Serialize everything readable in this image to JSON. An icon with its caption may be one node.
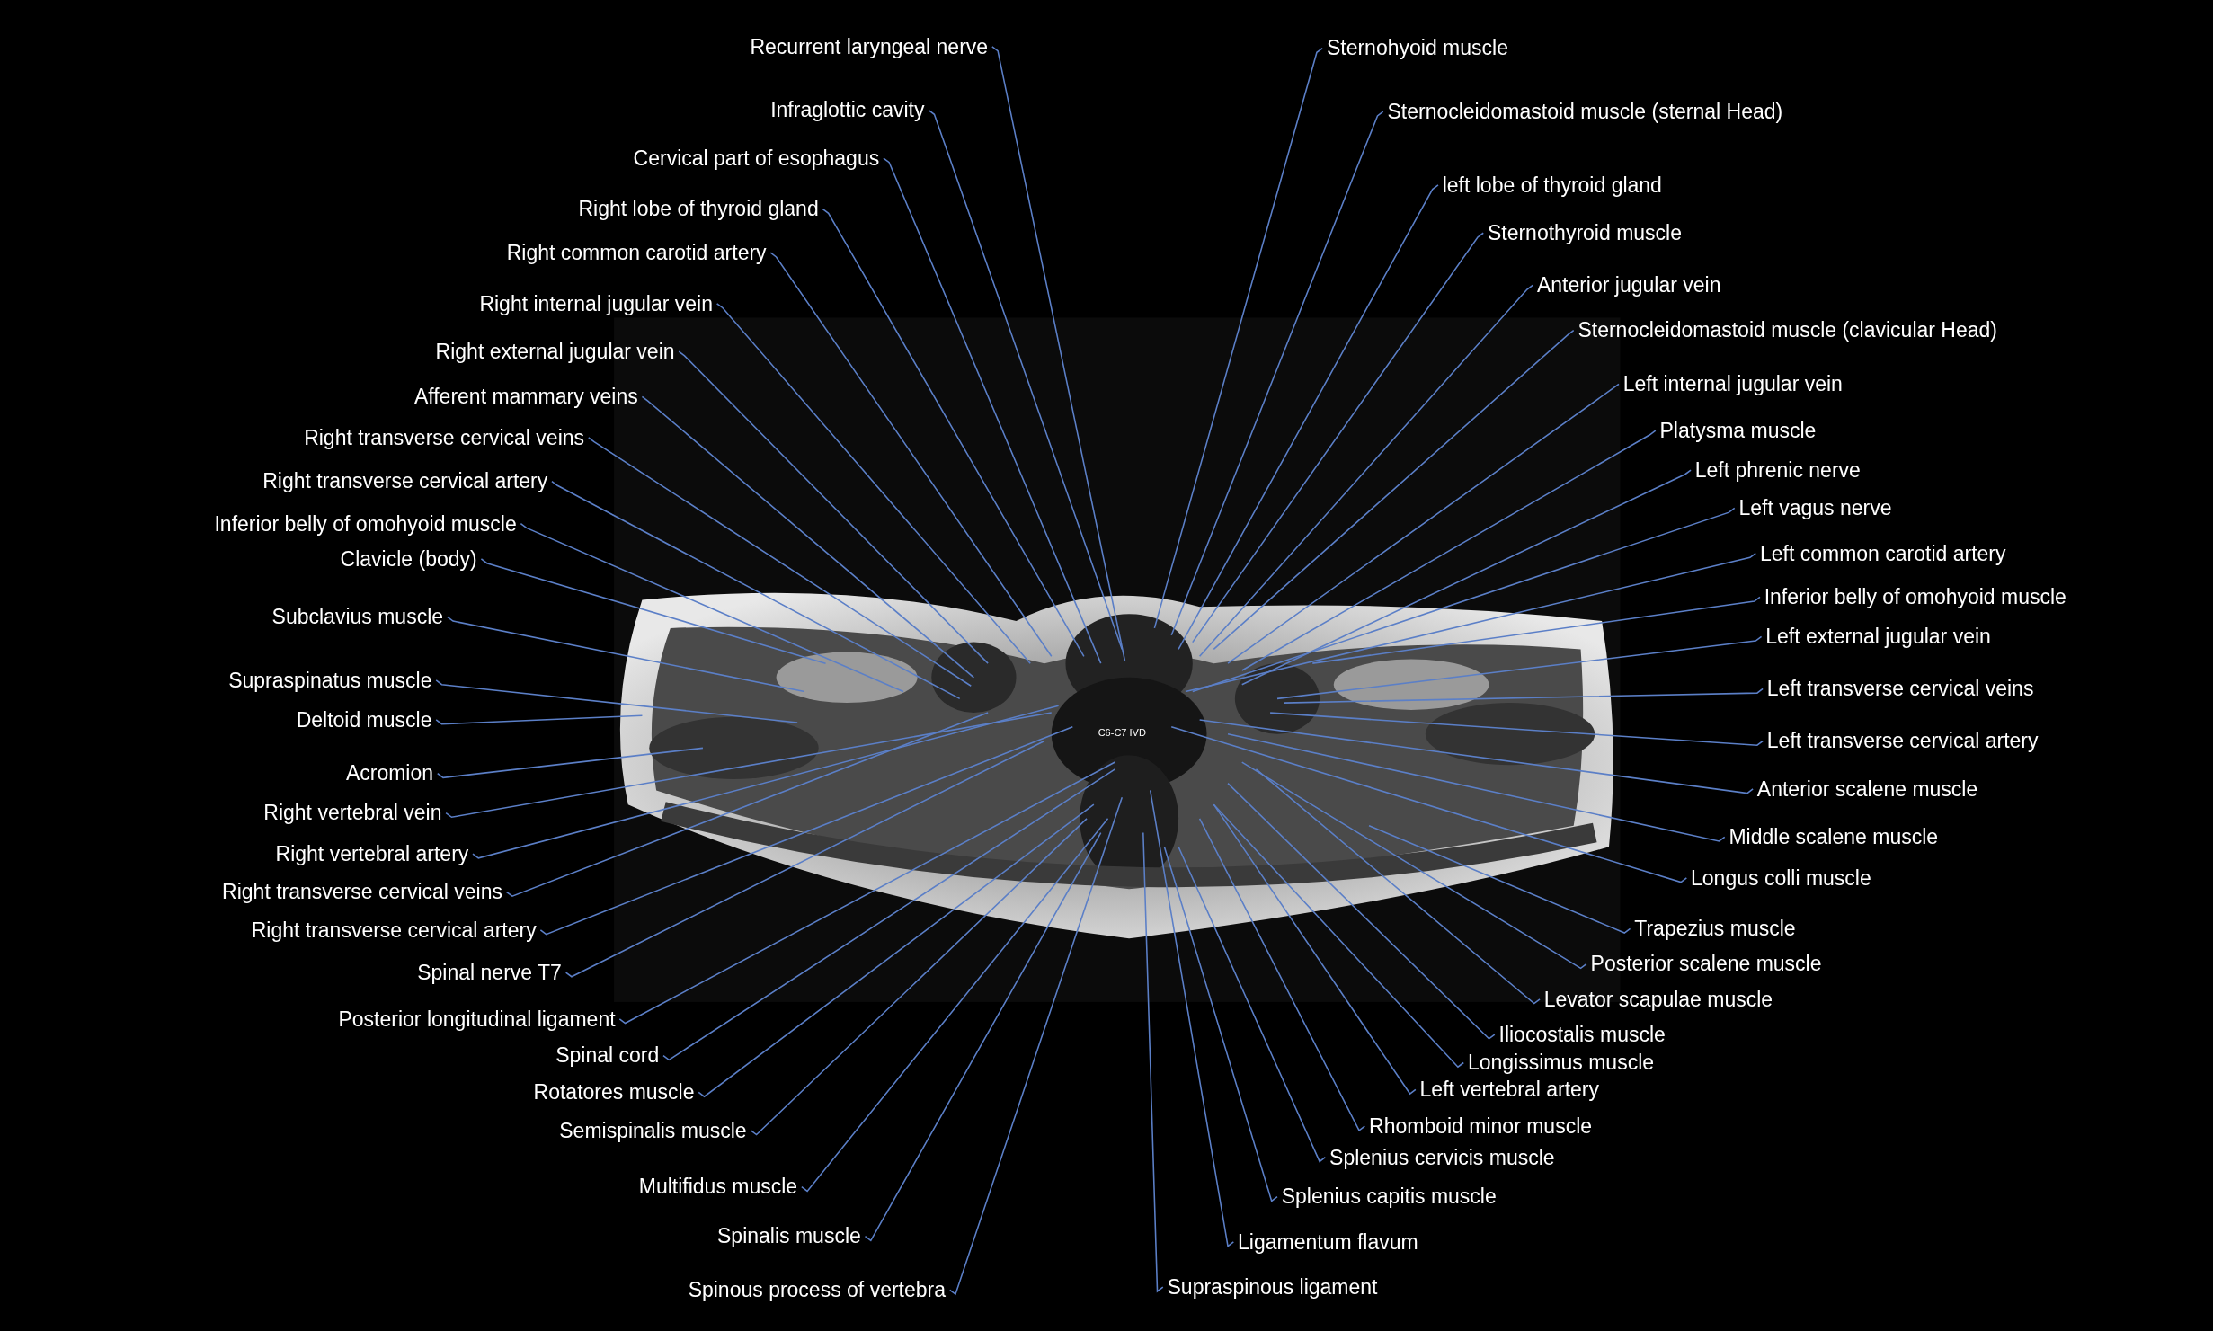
{
  "diagram": {
    "nodes": [
      {
        "text": [
          "Recurrent laryngeal nerve"
        ]
      },
      {
        "text": [
          "Infraglottic cavity"
        ]
      },
      {
        "text": [
          "Cervical part of esophagus"
        ]
      },
      {
        "text": [
          "Right lobe of thyroid gland"
        ]
      },
      {
        "text": [
          "Right common carotid artery"
        ]
      },
      {
        "text": [
          "Right internal jugular vein"
        ]
      },
      {
        "text": [
          "Right external jugular vein"
        ]
      },
      {
        "text": [
          "Afferent mammary veins"
        ]
      },
      {
        "text": [
          "Right transverse cervical veins"
        ]
      },
      {
        "text": [
          "Right transverse cervical artery"
        ]
      },
      {
        "text": [
          "Inferior belly of omohyoid muscle"
        ]
      },
      {
        "text": [
          "Clavicle (body)"
        ]
      },
      {
        "text": [
          "Subclavius muscle"
        ]
      },
      {
        "text": [
          "Supraspinatus muscle"
        ]
      },
      {
        "text": [
          "Deltoid muscle"
        ]
      },
      {
        "text": [
          "Acromion"
        ]
      },
      {
        "text": [
          "Right vertebral vein"
        ]
      },
      {
        "text": [
          "Right vertebral artery"
        ]
      },
      {
        "text": [
          "Right transverse cervical veins"
        ]
      },
      {
        "text": [
          "Right transverse cervical artery"
        ]
      },
      {
        "text": [
          "Spinal nerve T7"
        ]
      },
      {
        "text": [
          "Posterior longitudinal ligament"
        ]
      },
      {
        "text": [
          "Spinal cord"
        ]
      },
      {
        "text": [
          "Rotatores muscle"
        ]
      },
      {
        "text": [
          "Semispinalis muscle"
        ]
      },
      {
        "text": [
          "Multifidus muscle"
        ]
      },
      {
        "text": [
          "Spinalis muscle"
        ]
      },
      {
        "text": [
          "Spinous process of vertebra"
        ]
      },
      {
        "text": [
          "Sternohyoid muscle"
        ]
      },
      {
        "text": [
          "Sternocleidomastoid muscle (sternal Head)"
        ]
      },
      {
        "text": [
          "left lobe of thyroid gland"
        ]
      },
      {
        "text": [
          "Sternothyroid muscle"
        ]
      },
      {
        "text": [
          "Anterior jugular vein"
        ]
      },
      {
        "text": [
          "Sternocleidomastoid muscle (clavicular Head)"
        ]
      },
      {
        "text": [
          "Left internal jugular vein"
        ]
      },
      {
        "text": [
          "Platysma muscle"
        ]
      },
      {
        "text": [
          "Left phrenic nerve"
        ]
      },
      {
        "text": [
          "Left vagus nerve"
        ]
      },
      {
        "text": [
          "Left common carotid artery"
        ]
      },
      {
        "text": [
          "Inferior belly of omohyoid muscle"
        ]
      },
      {
        "text": [
          "Left external jugular vein"
        ]
      },
      {
        "text": [
          "Left transverse cervical veins"
        ]
      },
      {
        "text": [
          "Left transverse cervical artery"
        ]
      },
      {
        "text": [
          "Anterior scalene muscle"
        ]
      },
      {
        "text": [
          "Middle scalene muscle"
        ]
      },
      {
        "text": [
          "Longus colli muscle"
        ]
      },
      {
        "text": [
          "Trapezius muscle"
        ]
      },
      {
        "text": [
          "Posterior scalene muscle"
        ]
      },
      {
        "text": [
          "Levator scapulae muscle"
        ]
      },
      {
        "text": [
          "Iliocostalis muscle"
        ]
      },
      {
        "text": [
          "Longissimus muscle"
        ]
      },
      {
        "text": [
          "Left vertebral artery"
        ]
      },
      {
        "text": [
          "Rhomboid minor muscle"
        ]
      },
      {
        "text": [
          "Splenius cervicis muscle"
        ]
      },
      {
        "text": [
          "Splenius capitis muscle"
        ]
      },
      {
        "text": [
          "Ligamentum flavum"
        ]
      },
      {
        "text": [
          "Supraspinous ligament"
        ]
      }
    ],
    "edges": [
      {
        "from": 0,
        "to": null,
        "arrow": "none"
      },
      {
        "from": 1,
        "to": null,
        "arrow": "none"
      },
      {
        "from": 2,
        "to": null,
        "arrow": "none"
      },
      {
        "from": 3,
        "to": null,
        "arrow": "none"
      },
      {
        "from": 4,
        "to": null,
        "arrow": "none"
      },
      {
        "from": 5,
        "to": null,
        "arrow": "none"
      },
      {
        "from": 6,
        "to": null,
        "arrow": "none"
      },
      {
        "from": 7,
        "to": null,
        "arrow": "none"
      },
      {
        "from": 8,
        "to": null,
        "arrow": "none"
      },
      {
        "from": 9,
        "to": null,
        "arrow": "none"
      },
      {
        "from": 10,
        "to": null,
        "arrow": "none"
      },
      {
        "from": 11,
        "to": null,
        "arrow": "none"
      },
      {
        "from": 12,
        "to": null,
        "arrow": "none"
      },
      {
        "from": 13,
        "to": null,
        "arrow": "none"
      },
      {
        "from": 14,
        "to": null,
        "arrow": "none"
      },
      {
        "from": 15,
        "to": null,
        "arrow": "none"
      },
      {
        "from": 16,
        "to": null,
        "arrow": "none"
      },
      {
        "from": 17,
        "to": null,
        "arrow": "none"
      },
      {
        "from": 18,
        "to": null,
        "arrow": "none"
      },
      {
        "from": 19,
        "to": null,
        "arrow": "none"
      },
      {
        "from": 20,
        "to": null,
        "arrow": "none"
      },
      {
        "from": 21,
        "to": null,
        "arrow": "none"
      },
      {
        "from": 22,
        "to": null,
        "arrow": "none"
      },
      {
        "from": 23,
        "to": null,
        "arrow": "none"
      },
      {
        "from": 24,
        "to": null,
        "arrow": "none"
      },
      {
        "from": 25,
        "to": null,
        "arrow": "none"
      },
      {
        "from": 26,
        "to": null,
        "arrow": "none"
      },
      {
        "from": 27,
        "to": null,
        "arrow": "none"
      },
      {
        "from": 28,
        "to": null,
        "arrow": "none"
      },
      {
        "from": 29,
        "to": null,
        "arrow": "none"
      },
      {
        "from": 30,
        "to": null,
        "arrow": "none"
      },
      {
        "from": 31,
        "to": null,
        "arrow": "none"
      },
      {
        "from": 32,
        "to": null,
        "arrow": "none"
      },
      {
        "from": 33,
        "to": null,
        "arrow": "none"
      },
      {
        "from": 34,
        "to": null,
        "arrow": "none"
      },
      {
        "from": 35,
        "to": null,
        "arrow": "none"
      },
      {
        "from": 36,
        "to": null,
        "arrow": "none"
      },
      {
        "from": 37,
        "to": null,
        "arrow": "none"
      },
      {
        "from": 38,
        "to": null,
        "arrow": "none"
      },
      {
        "from": 39,
        "to": null,
        "arrow": "none"
      },
      {
        "from": 40,
        "to": null,
        "arrow": "none"
      },
      {
        "from": 41,
        "to": null,
        "arrow": "none"
      },
      {
        "from": 42,
        "to": null,
        "arrow": "none"
      },
      {
        "from": 43,
        "to": null,
        "arrow": "none"
      },
      {
        "from": 44,
        "to": null,
        "arrow": "none"
      },
      {
        "from": 45,
        "to": null,
        "arrow": "none"
      },
      {
        "from": 46,
        "to": null,
        "arrow": "none"
      },
      {
        "from": 47,
        "to": null,
        "arrow": "none"
      },
      {
        "from": 48,
        "to": null,
        "arrow": "none"
      },
      {
        "from": 49,
        "to": null,
        "arrow": "none"
      },
      {
        "from": 50,
        "to": null,
        "arrow": "none"
      },
      {
        "from": 51,
        "to": null,
        "arrow": "none"
      },
      {
        "from": 52,
        "to": null,
        "arrow": "none"
      },
      {
        "from": 53,
        "to": null,
        "arrow": "none"
      },
      {
        "from": 54,
        "to": null,
        "arrow": "none"
      },
      {
        "from": 55,
        "to": null,
        "arrow": "none"
      },
      {
        "from": 56,
        "to": null,
        "arrow": "none"
      }
    ],
    "labels": [
      "C6-C7 IVD"
    ]
  }
}
